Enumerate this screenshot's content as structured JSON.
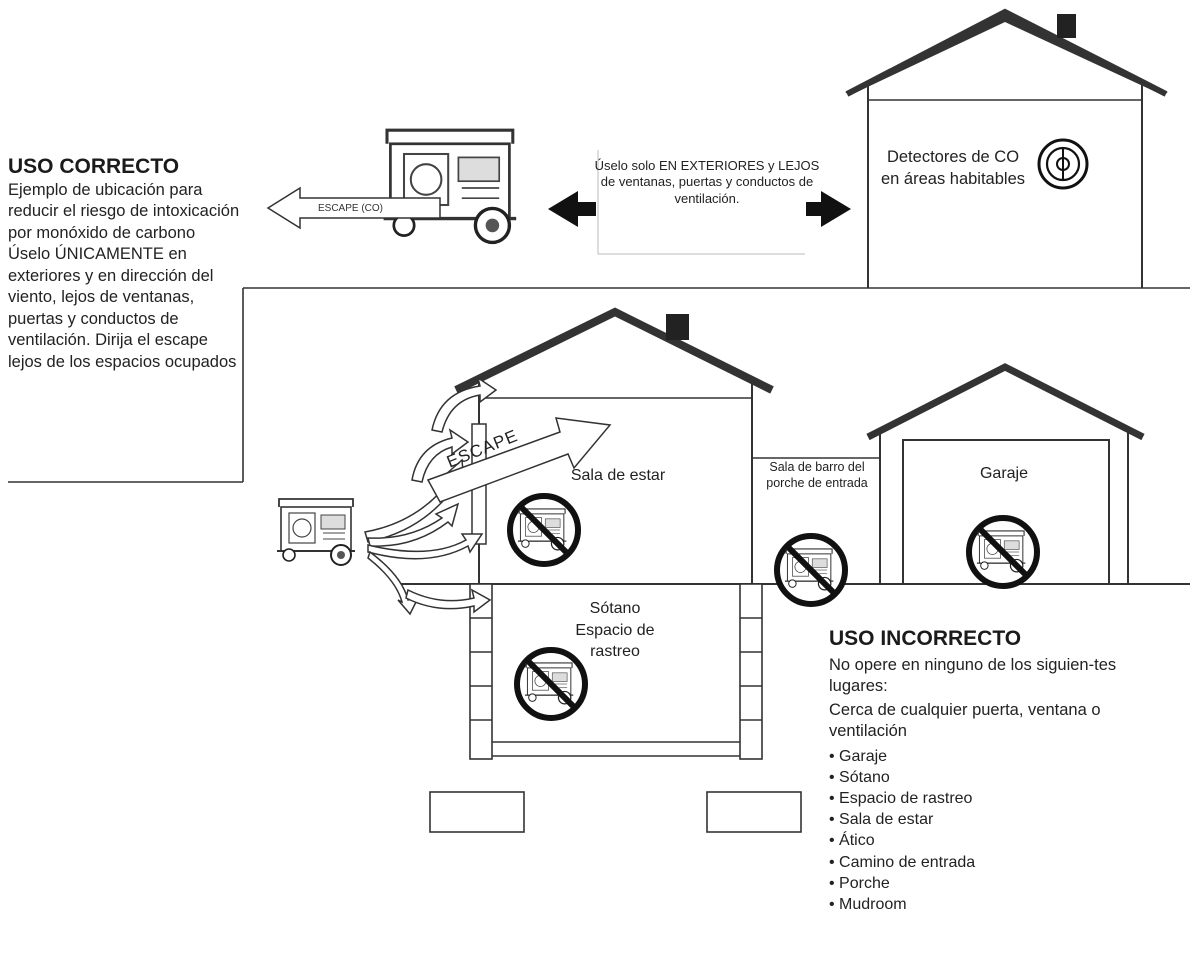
{
  "correct": {
    "title": "USO CORRECTO",
    "text": "Ejemplo de ubicación para reducir el riesgo de intoxicación por monóxido de carbono Úselo ÚNICAMENTE en exteriores y en dirección del viento, lejos de ventanas, puertas y conductos de ventilación. Dirija el escape lejos de los espacios ocupados"
  },
  "outdoor_note": "Úselo solo EN EXTERIORES y LEJOS de ventanas, puertas y conductos de ventilación.",
  "exhaust_label": "ESCAPE (CO)",
  "detector_label": "Detectores de CO en áreas habitables",
  "escape_label": "ESCAPE",
  "rooms": {
    "living": "Sala de estar",
    "mudroom": "Sala de barro del porche de entrada",
    "garage": "Garaje",
    "basement": "Sótano Espacio de rastreo"
  },
  "incorrect": {
    "title": "USO INCORRECTO",
    "text": "No opere en ninguno de los siguien-tes lugares:",
    "text2": "Cerca de cualquier puerta, ventana o ventilación",
    "items": [
      "Garaje",
      "Sótano",
      "Espacio de rastreo",
      "Sala de estar",
      "Ático",
      "Camino de entrada",
      "Porche",
      "Mudroom"
    ]
  },
  "icons": [
    "generator-icon",
    "co-detector-icon",
    "prohibited-icon",
    "arrow-left-icon",
    "arrow-right-icon"
  ]
}
